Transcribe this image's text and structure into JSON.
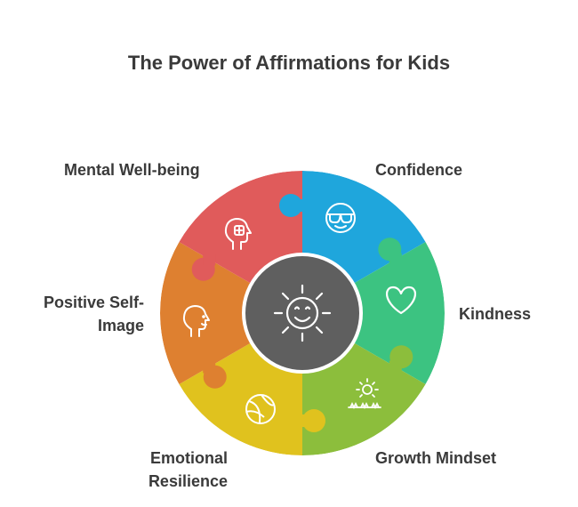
{
  "title": "The Power of Affirmations for Kids",
  "center": {
    "icon": "smiling-sun-icon",
    "color": "#5f5f5f"
  },
  "segments": [
    {
      "id": "confidence",
      "label": "Confidence",
      "icon": "sunglasses-face-icon",
      "color": "#1fa6dc"
    },
    {
      "id": "kindness",
      "label": "Kindness",
      "icon": "heart-icon",
      "color": "#3cc381"
    },
    {
      "id": "growth-mindset",
      "label": "Growth Mindset",
      "icon": "sprouting-sun-icon",
      "color": "#8cbe3c"
    },
    {
      "id": "emotional-resilience",
      "label": "Emotional Resilience",
      "label_lines": [
        "Emotional",
        "Resilience"
      ],
      "icon": "ball-icon",
      "color": "#e0c21e"
    },
    {
      "id": "positive-self-image",
      "label": "Positive Self-Image",
      "label_lines": [
        "Positive Self-",
        "Image"
      ],
      "icon": "smiling-head-icon",
      "color": "#de8030"
    },
    {
      "id": "mental-well-being",
      "label": "Mental Well-being",
      "icon": "head-with-plus-icon",
      "color": "#e05b5b"
    }
  ]
}
